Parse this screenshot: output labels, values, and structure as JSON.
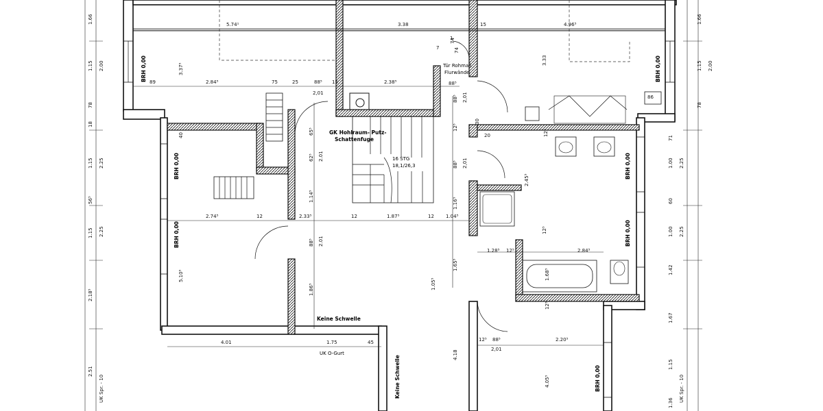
{
  "plan": {
    "top_dims": {
      "d1": "5.74¹",
      "d2": "3.38",
      "d3": "15",
      "d4": "4.96⁵"
    },
    "row2_dims": {
      "d89": "89",
      "d284": "2.84⁵",
      "d75": "75",
      "d25": "25",
      "d88a": "88⁵",
      "d201a": "2,01",
      "d15b": "15",
      "d238": "2.38⁵",
      "d88b": "88⁵"
    },
    "mid_dims": {
      "d274": "2.74⁵",
      "d12a": "12",
      "d233": "2.33⁵",
      "d12b": "12",
      "d187": "1.87⁵",
      "d12c": "12",
      "d104": "1.04⁵"
    },
    "bottom_dims": {
      "d401": "4.01",
      "d175": "1.75",
      "d45": "45"
    },
    "right_bottom_dims": {
      "d12": "12⁵",
      "d88": "88⁵",
      "d201": "2,01",
      "d220": "2.20⁵"
    },
    "bath_dims": {
      "d128": "1.28⁵",
      "d12": "12⁵",
      "d284": "2.84⁵"
    },
    "vertical_dims": {
      "v337": "3.37⁵",
      "v333": "3.33",
      "v74a": "74",
      "v74b": "74",
      "v7": "7",
      "v1": "1",
      "v88a": "88⁵",
      "v201a": "2,01",
      "v88b": "88⁵",
      "v201b": "2,01",
      "v65": "65⁵",
      "v62": "62⁵",
      "v201c": "2.01",
      "v114": "1.14⁵",
      "v88c": "88⁵",
      "v201d": "2.01",
      "v12a": "12⁵",
      "v116": "1.16⁵",
      "v40": "40",
      "v30": "30",
      "v20": "20",
      "v12b": "12⁵",
      "v245": "2.45⁵",
      "v12c": "12⁵",
      "v510": "5.10⁵",
      "v186": "1.86⁵",
      "v105": "1.05⁵",
      "v165": "1.65⁵",
      "v168": "1.68⁵",
      "v12d": "12⁵",
      "v418": "4.18",
      "v405": "4.05⁵",
      "v86": "86"
    },
    "left_margin": {
      "outer": [
        "1.66",
        "1.15",
        "78",
        "18",
        "1.15",
        "56⁵",
        "1.15",
        "2.18⁵",
        "2.51"
      ],
      "inner": [
        "2.00",
        "2.25",
        "2.25"
      ],
      "uk": "UK Spr. - 10"
    },
    "right_margin": {
      "inner": [
        "71",
        "1.00",
        "60",
        "1.00",
        "1.42",
        "1.67",
        "1.15",
        "1.36"
      ],
      "outer": [
        "1.66",
        "1.15",
        "78",
        "2.00",
        "2.25",
        "2.25"
      ],
      "uk": "UK Spr. - 10"
    },
    "labels": {
      "brh_tl": "BRH 0,00",
      "brh_tr": "BRH 0,00",
      "brh_l1": "BRH 0,00",
      "brh_l2": "BRH 0,00",
      "brh_r1": "BRH 0,00",
      "brh_r2": "BRH 0,00",
      "brh_br": "BRH 0,00",
      "tuer_1": "Tür Rohmaß",
      "tuer_2": "Flurwände",
      "gk_1": "GK Hohlraum- Putz-",
      "gk_2": "Schattenfuge",
      "stair_1": "16 STG",
      "stair_2": "18,1/26,3",
      "keine_1": "Keine Schwelle",
      "keine_2": "Keine Schwelle",
      "uk_gurt": "UK O-Gurt"
    }
  }
}
